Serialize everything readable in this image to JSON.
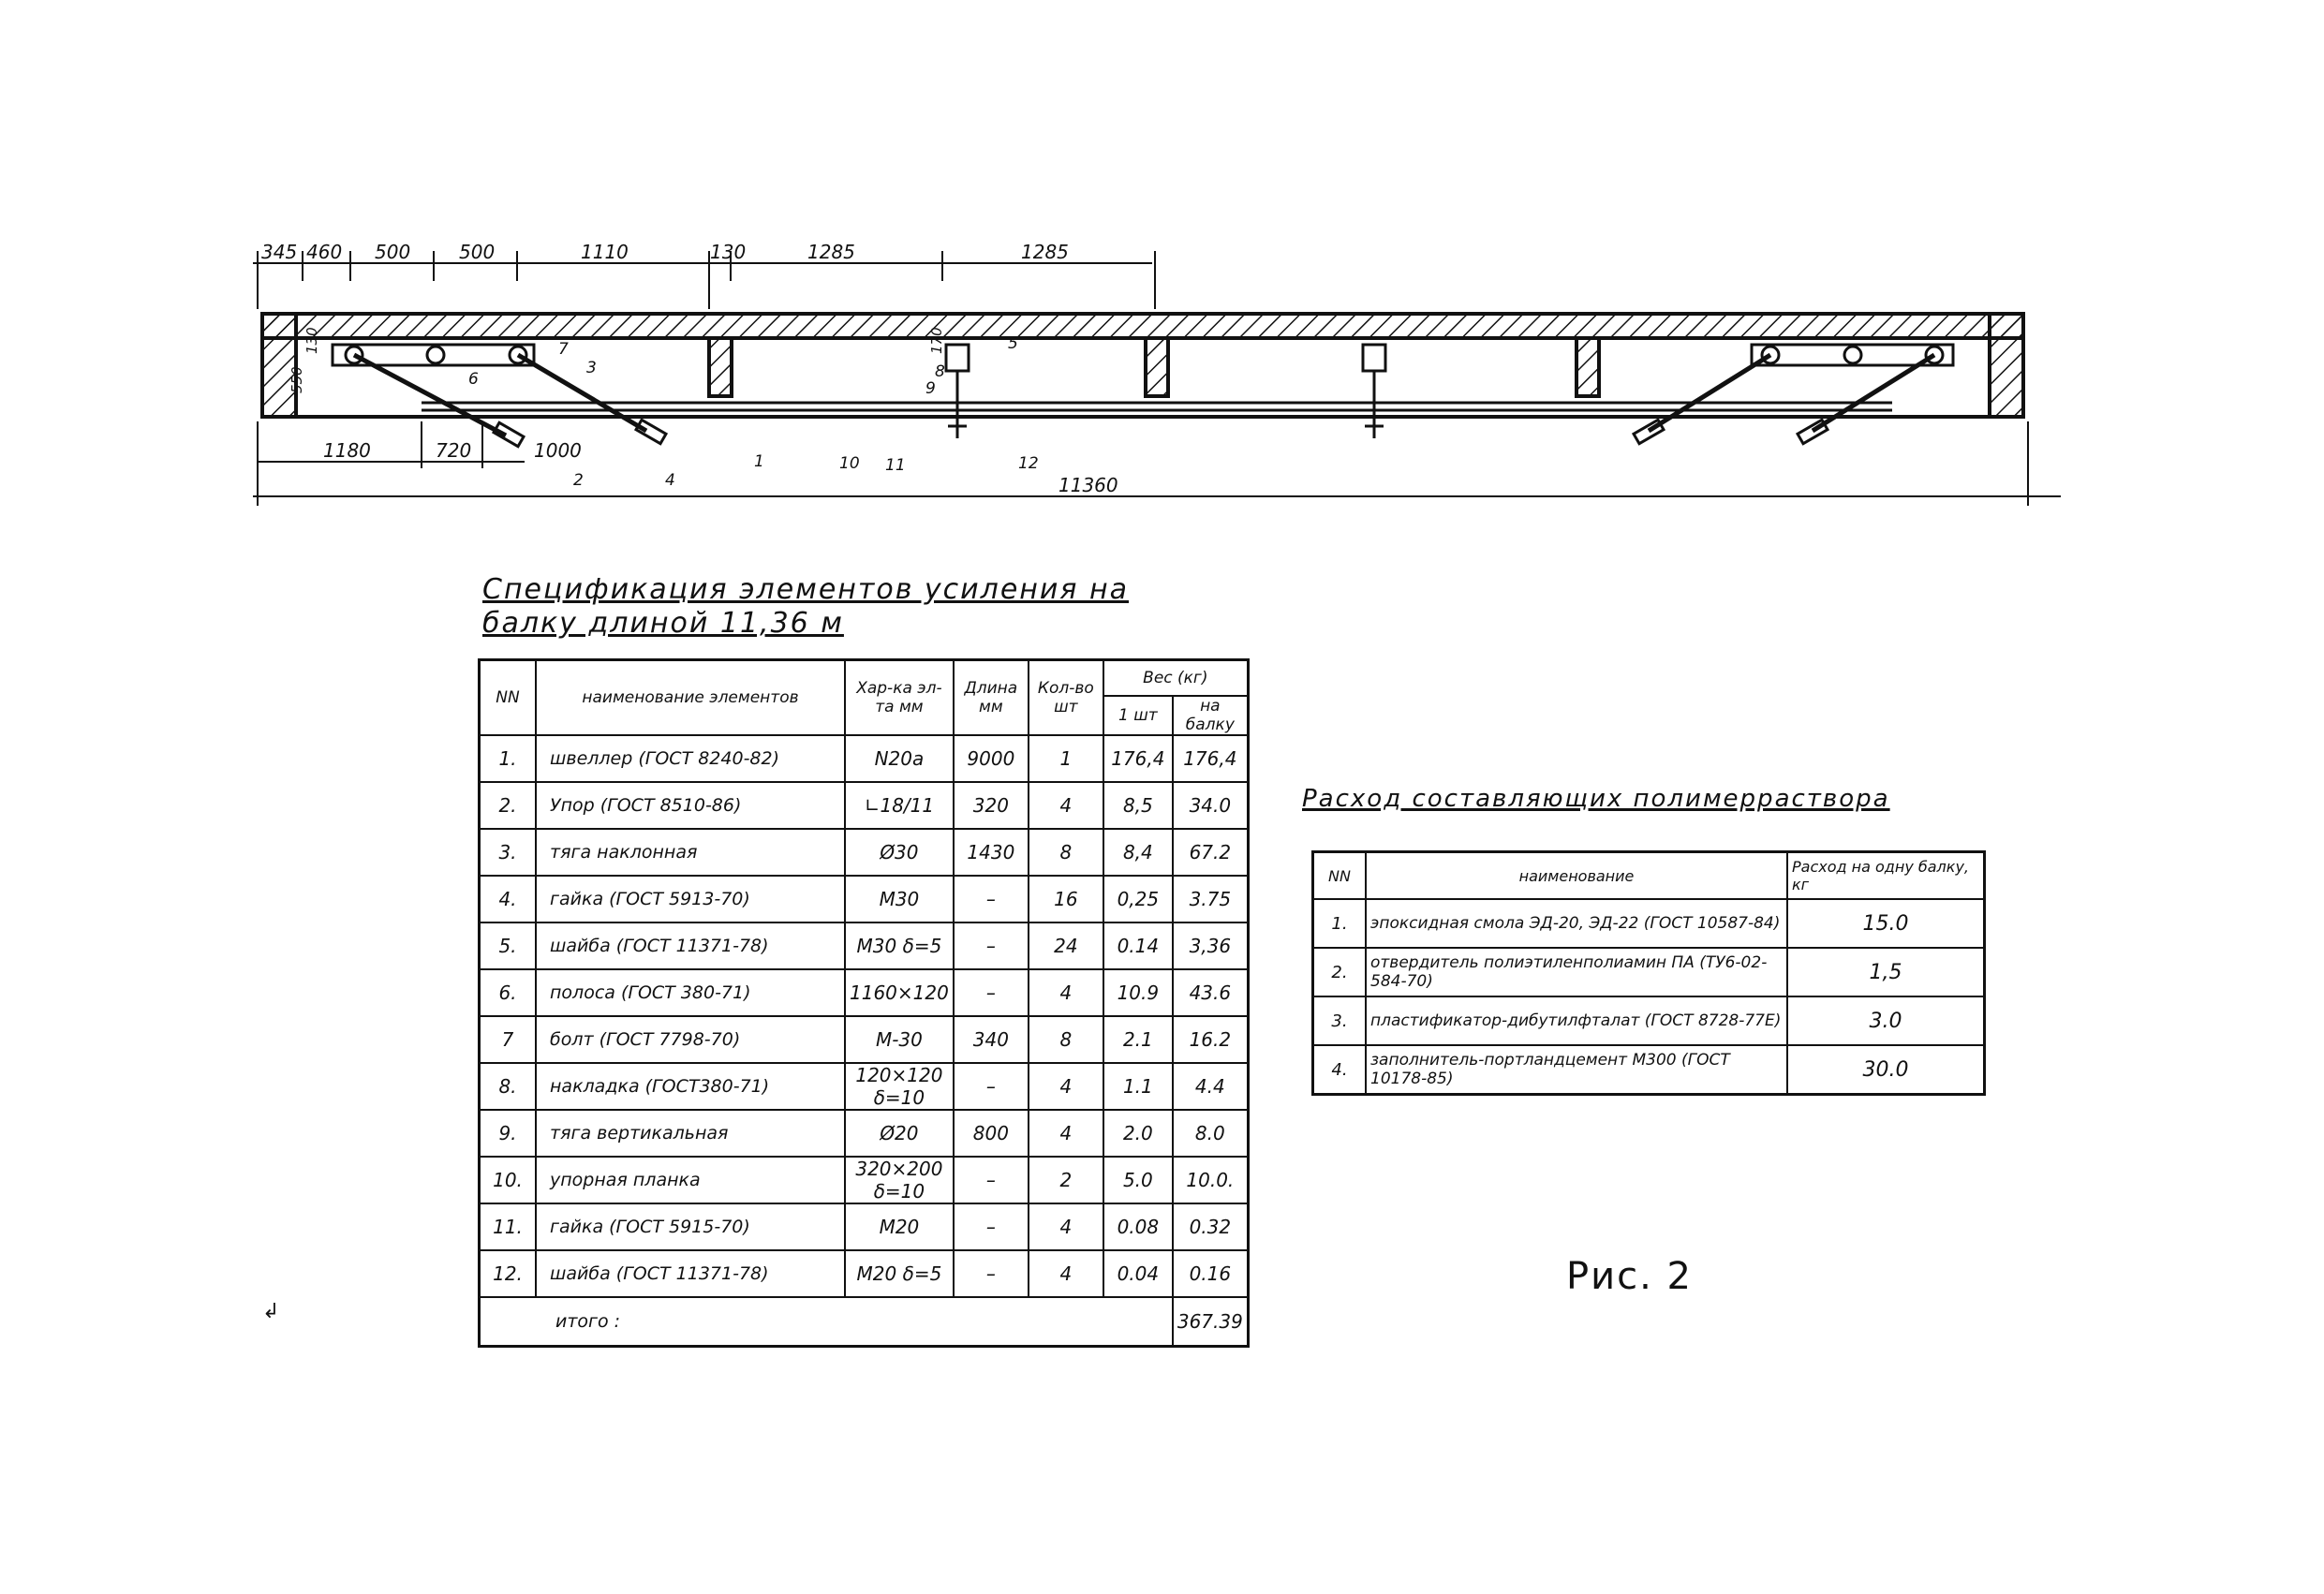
{
  "drawing": {
    "dims_top": [
      "345",
      "460",
      "500",
      "500",
      "1110",
      "130",
      "1285",
      "1285"
    ],
    "dims_bottom": [
      "1180",
      "720",
      "1000"
    ],
    "total_length": "11360",
    "height_dims": [
      "550",
      "130",
      "170"
    ],
    "callouts": [
      "1",
      "2",
      "3",
      "4",
      "5",
      "6",
      "7",
      "8",
      "9",
      "10",
      "11",
      "12"
    ]
  },
  "spec": {
    "title_line1": "Спецификация элементов усиления на",
    "title_line2": "балку длиной 11,36 м",
    "headers": {
      "nn": "NN",
      "name": "наименование элементов",
      "char": "Хар-ка эл-та мм",
      "length": "Длина мм",
      "qty": "Кол-во шт",
      "weight": "Вес (кг)",
      "w_one": "1 шт",
      "w_beam": "на балку"
    },
    "rows": [
      {
        "n": "1.",
        "name": "швеллер (ГОСТ 8240-82)",
        "char": "N20а",
        "len": "9000",
        "qty": "1",
        "w1": "176,4",
        "wb": "176,4"
      },
      {
        "n": "2.",
        "name": "Упор (ГОСТ 8510-86)",
        "char": "∟18/11",
        "len": "320",
        "qty": "4",
        "w1": "8,5",
        "wb": "34.0"
      },
      {
        "n": "3.",
        "name": "тяга наклонная",
        "char": "Ø30",
        "len": "1430",
        "qty": "8",
        "w1": "8,4",
        "wb": "67.2"
      },
      {
        "n": "4.",
        "name": "гайка (ГОСТ 5913-70)",
        "char": "М30",
        "len": "–",
        "qty": "16",
        "w1": "0,25",
        "wb": "3.75"
      },
      {
        "n": "5.",
        "name": "шайба (ГОСТ 11371-78)",
        "char": "М30 δ=5",
        "len": "–",
        "qty": "24",
        "w1": "0.14",
        "wb": "3,36"
      },
      {
        "n": "6.",
        "name": "полоса (ГОСТ 380-71)",
        "char": "1160×120",
        "len": "–",
        "qty": "4",
        "w1": "10.9",
        "wb": "43.6"
      },
      {
        "n": "7",
        "name": "болт (ГОСТ 7798-70)",
        "char": "М-30",
        "len": "340",
        "qty": "8",
        "w1": "2.1",
        "wb": "16.2"
      },
      {
        "n": "8.",
        "name": "накладка (ГОСТ380-71)",
        "char": "120×120 δ=10",
        "len": "–",
        "qty": "4",
        "w1": "1.1",
        "wb": "4.4"
      },
      {
        "n": "9.",
        "name": "тяга вертикальная",
        "char": "Ø20",
        "len": "800",
        "qty": "4",
        "w1": "2.0",
        "wb": "8.0"
      },
      {
        "n": "10.",
        "name": "упорная планка",
        "char": "320×200 δ=10",
        "len": "–",
        "qty": "2",
        "w1": "5.0",
        "wb": "10.0."
      },
      {
        "n": "11.",
        "name": "гайка (ГОСТ 5915-70)",
        "char": "М20",
        "len": "–",
        "qty": "4",
        "w1": "0.08",
        "wb": "0.32"
      },
      {
        "n": "12.",
        "name": "шайба (ГОСТ 11371-78)",
        "char": "М20 δ=5",
        "len": "–",
        "qty": "4",
        "w1": "0.04",
        "wb": "0.16"
      }
    ],
    "total_label": "итого :",
    "total_value": "367.39"
  },
  "consumption": {
    "title": "Расход составляющих полимерраствора",
    "headers": {
      "nn": "NN",
      "name": "наименование",
      "value": "Расход на одну балку, кг"
    },
    "rows": [
      {
        "n": "1.",
        "name": "эпоксидная смола ЭД-20, ЭД-22 (ГОСТ 10587-84)",
        "value": "15.0"
      },
      {
        "n": "2.",
        "name": "отвердитель полиэтиленполиамин ПА (ТУ6-02-584-70)",
        "value": "1,5"
      },
      {
        "n": "3.",
        "name": "пластификатор-дибутилфталат (ГОСТ 8728-77Е)",
        "value": "3.0"
      },
      {
        "n": "4.",
        "name": "заполнитель-портландцемент М300 (ГОСТ 10178-85)",
        "value": "30.0"
      }
    ]
  },
  "figure_label": "Рис. 2",
  "corner_mark": "↲"
}
